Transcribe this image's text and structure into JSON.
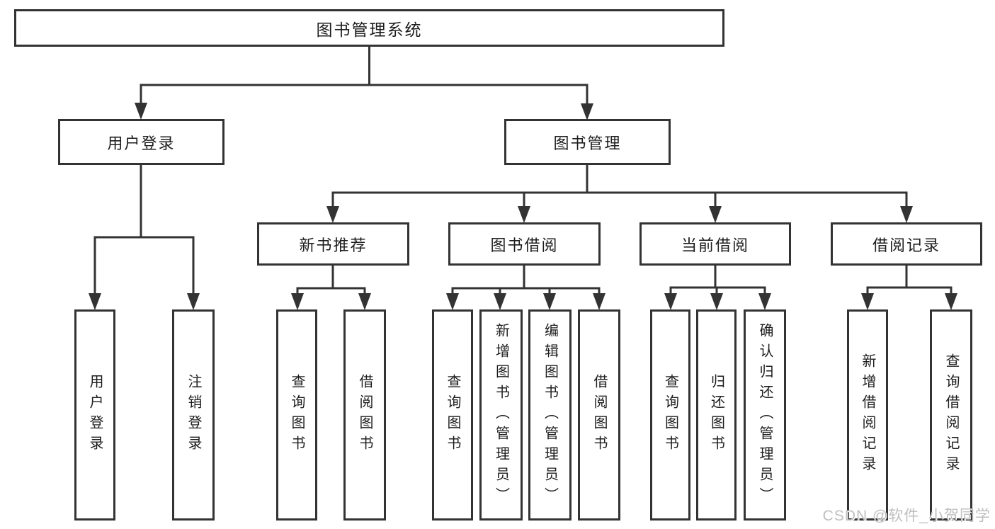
{
  "nodes": {
    "root": "图书管理系统",
    "user_login": "用户登录",
    "book_management": "图书管理",
    "new_book_recommend": "新书推荐",
    "book_borrow": "图书借阅",
    "current_borrow": "当前借阅",
    "borrow_records": "借阅记录"
  },
  "leaves": {
    "login": "用户登录",
    "logout": "注销登录",
    "newbooks_query": "查询图书",
    "newbooks_borrow": "借阅图书",
    "borrow_query": "查询图书",
    "borrow_add": "新增图书（管理员）",
    "borrow_edit": "编辑图书（管理员）",
    "borrow_borrow": "借阅图书",
    "current_query": "查询图书",
    "current_return": "归还图书",
    "current_confirm": "确认归还（管理员）",
    "records_add": "新增借阅记录",
    "records_query": "查询借阅记录"
  },
  "watermark": "CSDN @软件_小贺同学",
  "colors": {
    "line": "#333333",
    "text": "#1d1d1d",
    "watermark": "#c0bfbf",
    "background": "#ffffff"
  }
}
